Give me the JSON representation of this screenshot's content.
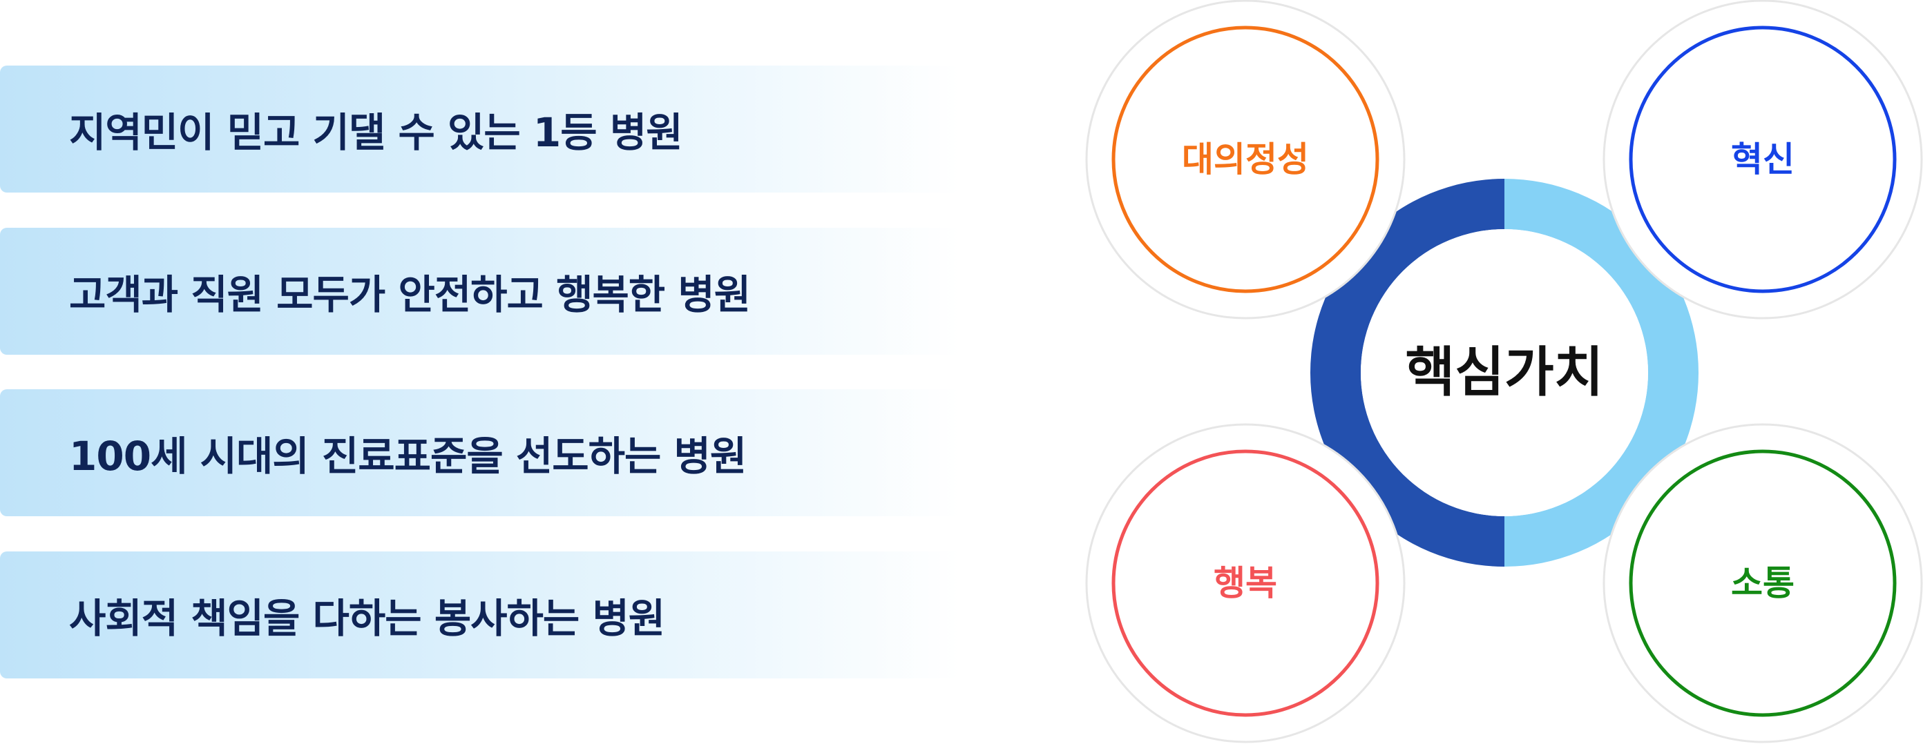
{
  "visions": [
    {
      "text": "지역민이 믿고 기댈 수 있는 1등 병원"
    },
    {
      "text": "고객과 직원 모두가 안전하고 행복한 병원"
    },
    {
      "text": "100세 시대의 진료표준을 선도하는 병원"
    },
    {
      "text": "사회적 책임을 다하는 봉사하는 병원"
    }
  ],
  "core": {
    "title": "핵심가치",
    "colors": {
      "ring_dark": "#2350ae",
      "ring_light": "#85d2f6"
    }
  },
  "values": [
    {
      "label": "대의정성",
      "color": "#f57217"
    },
    {
      "label": "혁신",
      "color": "#1543e6"
    },
    {
      "label": "행복",
      "color": "#f35356"
    },
    {
      "label": "소통",
      "color": "#138a14"
    }
  ]
}
